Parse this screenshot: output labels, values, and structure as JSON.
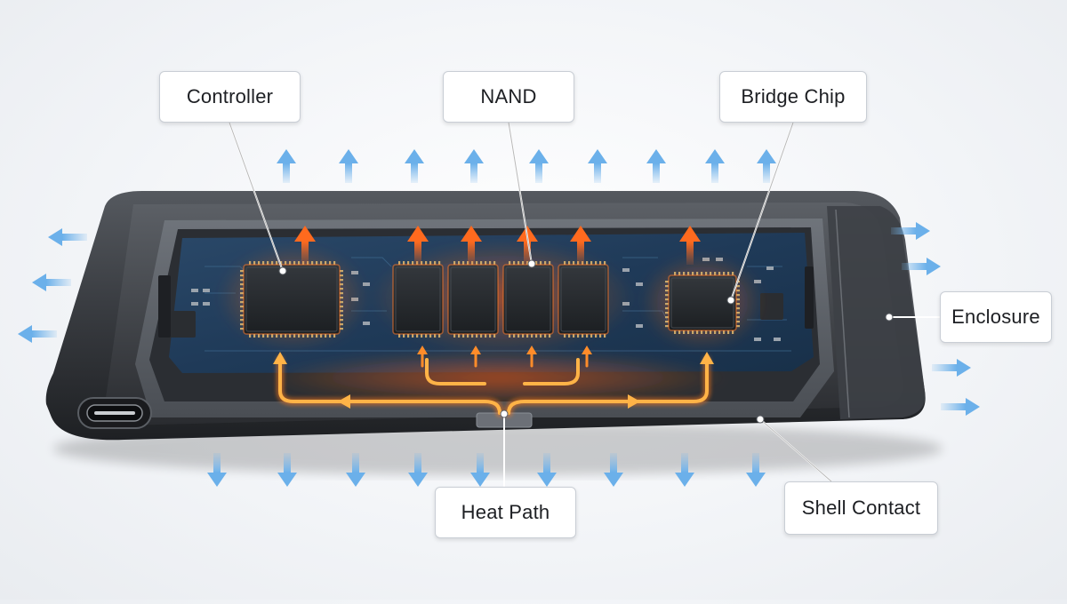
{
  "labels": {
    "controller": "Controller",
    "nand": "NAND",
    "bridge_chip": "Bridge Chip",
    "enclosure": "Enclosure",
    "heat_path": "Heat Path",
    "shell_contact": "Shell Contact"
  },
  "components": {
    "nand_chip_count": 4,
    "port": "usb-c-port-icon"
  },
  "colors": {
    "background": "#f3f5f8",
    "enclosure": "#3a3d42",
    "pcb": "#1f3550",
    "heat": "#ff6a1e",
    "heat_path": "#ffa83a",
    "airflow": "#7ab8ec",
    "chip": "#24272b",
    "leader_line": "#ffffff"
  }
}
